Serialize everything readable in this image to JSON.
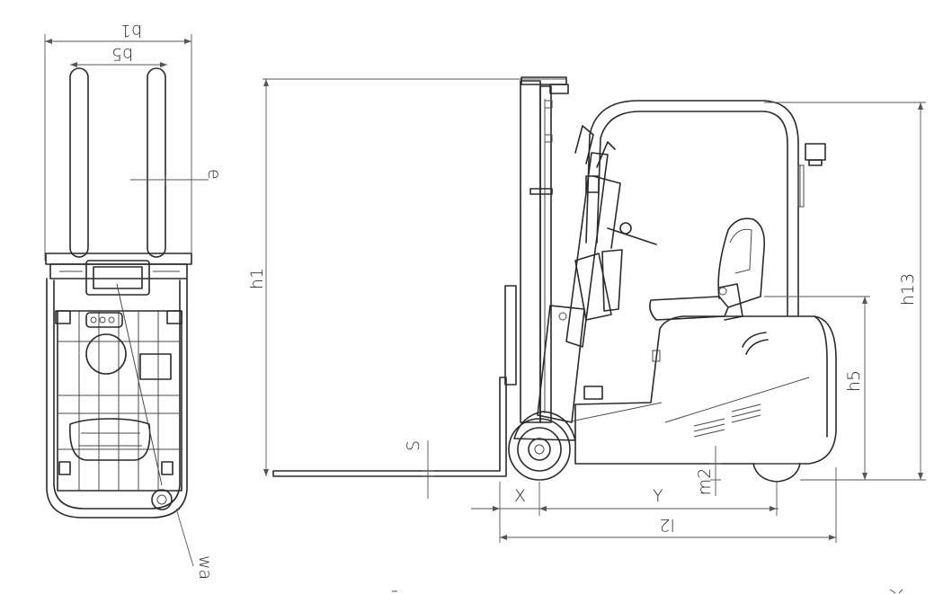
{
  "drawing": {
    "dimension_labels": {
      "b1": "b1",
      "b5": "b5",
      "e": "e",
      "wa": "wa",
      "h1": "h1",
      "s": "S",
      "x": "X",
      "y": "Y",
      "l2": "l2",
      "m2": "m2",
      "h5": "h5",
      "h13": "h13"
    }
  }
}
